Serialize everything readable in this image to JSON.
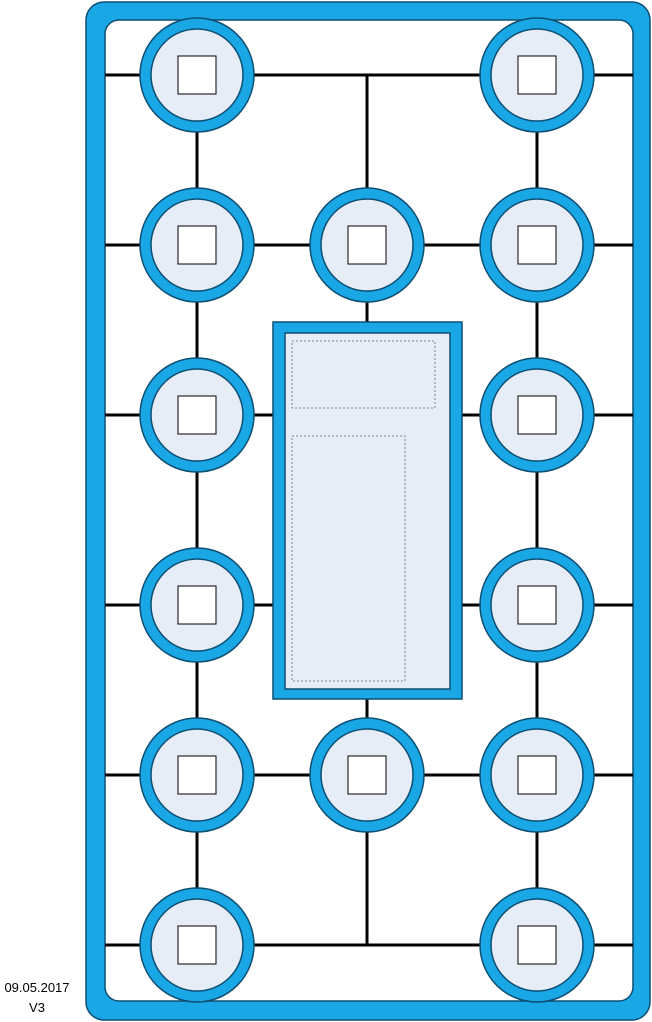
{
  "caption": {
    "date": "09.05.2017",
    "version": "V3"
  },
  "colors": {
    "frame": "#1aa7e6",
    "frame_border": "#0d4f73",
    "node_fill": "#e7edf7",
    "panel_fill": "#e7edf7",
    "line": "#000000",
    "background": "#ffffff"
  },
  "nodes": [
    {
      "id": "n1"
    },
    {
      "id": "n2"
    },
    {
      "id": "n3"
    },
    {
      "id": "n4"
    },
    {
      "id": "n5"
    },
    {
      "id": "n6"
    },
    {
      "id": "n7"
    },
    {
      "id": "n8"
    },
    {
      "id": "n9"
    },
    {
      "id": "n10"
    },
    {
      "id": "n11"
    },
    {
      "id": "n12"
    },
    {
      "id": "n13"
    },
    {
      "id": "n14"
    }
  ]
}
